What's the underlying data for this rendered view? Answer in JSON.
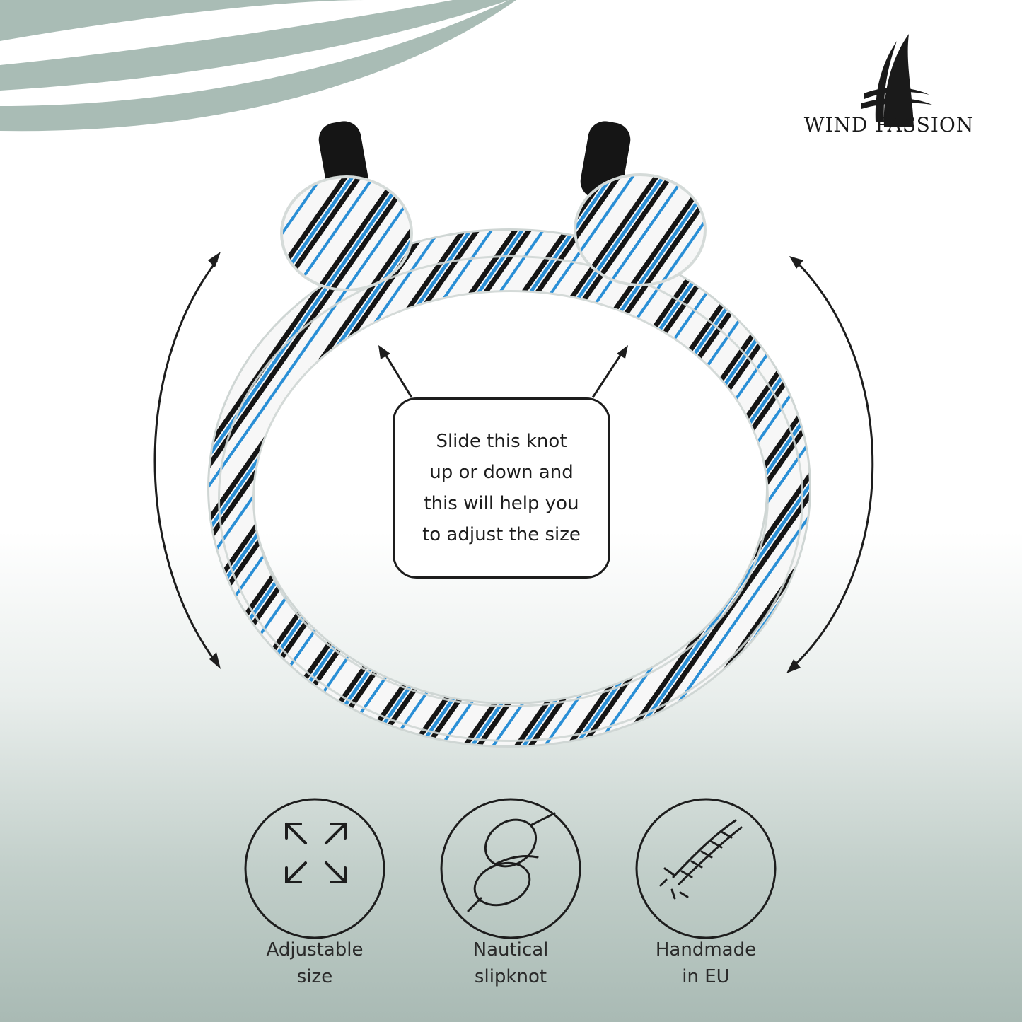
{
  "brand": {
    "name": "WIND PASSION",
    "logo_icon": "sailboat-icon"
  },
  "callout": {
    "lines": [
      "Slide this knot",
      "up or down and",
      "this will help you",
      "to adjust the size"
    ]
  },
  "features": [
    {
      "icon": "expand-arrows-icon",
      "line1": "Adjustable",
      "line2": "size"
    },
    {
      "icon": "slipknot-icon",
      "line1": "Nautical",
      "line2": "slipknot"
    },
    {
      "icon": "twisted-rope-icon",
      "line1": "Handmade",
      "line2": "in EU"
    }
  ],
  "colors": {
    "wave": "#a9bcb5",
    "rope_blue": "#2a8fd6",
    "rope_black": "#151515",
    "rope_white": "#f7f7f7",
    "ink": "#1d1d1d"
  }
}
